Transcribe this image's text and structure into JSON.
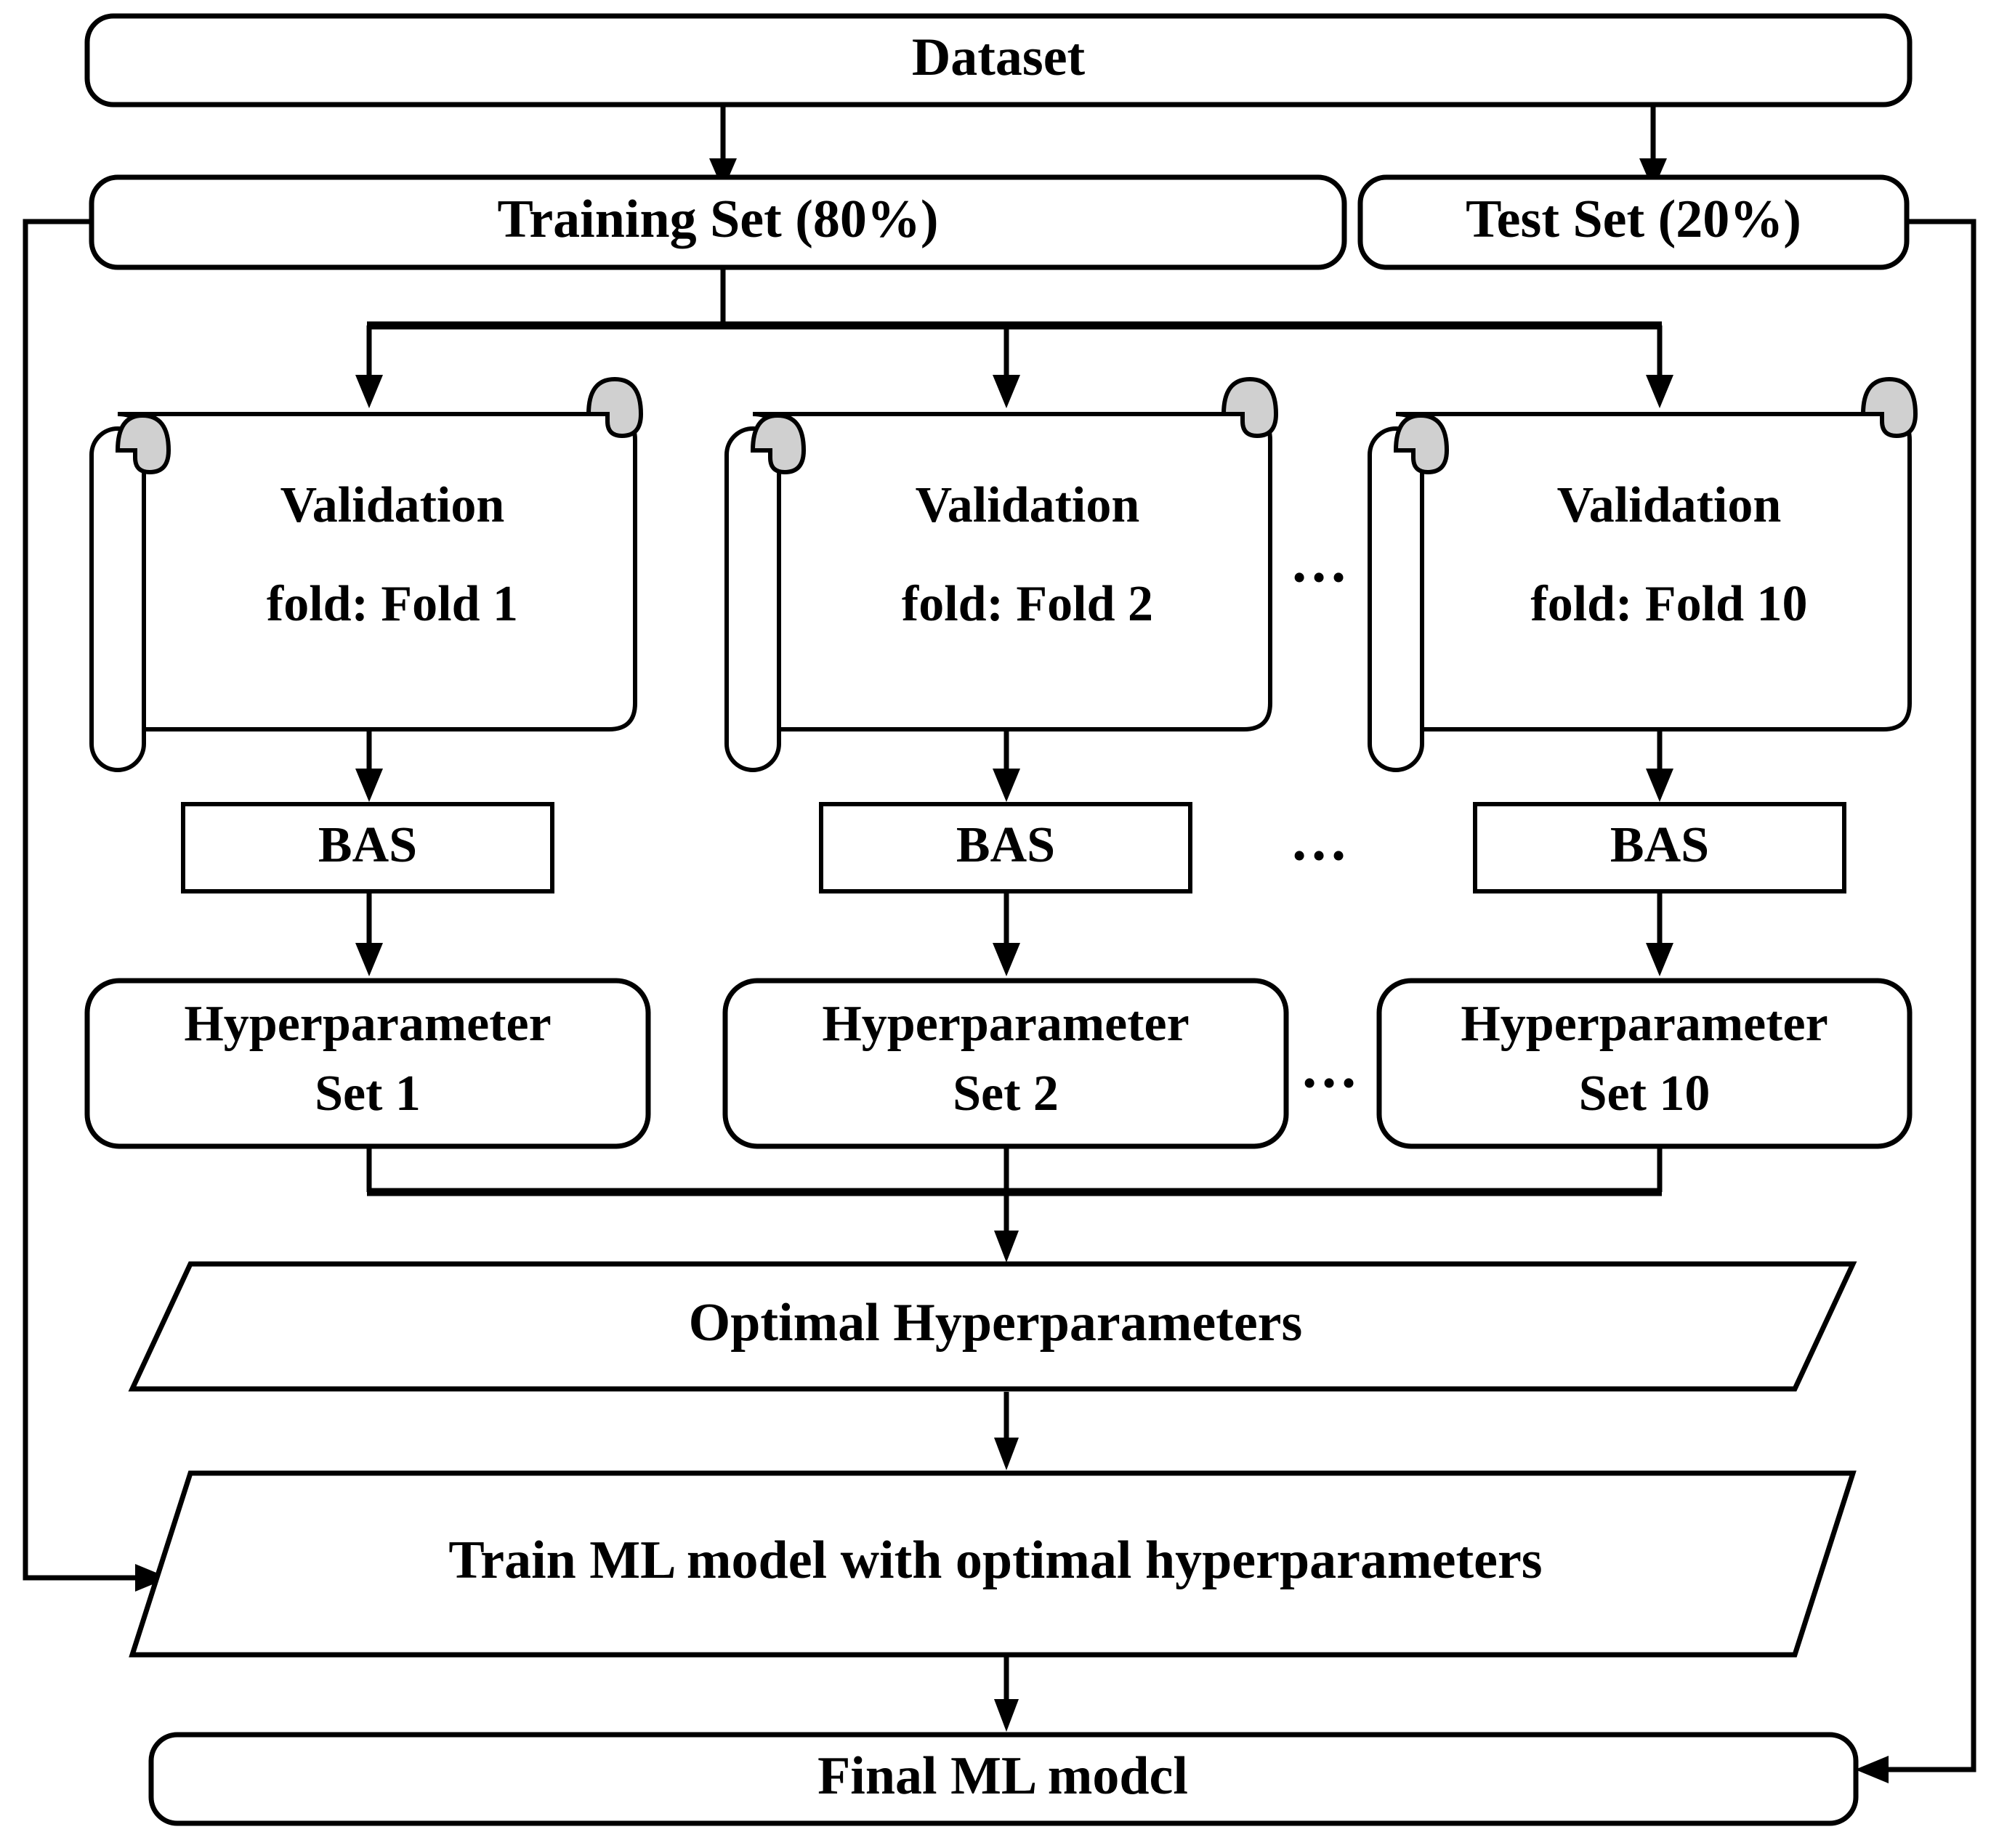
{
  "diagram": {
    "type": "flowchart",
    "title_node": "Dataset",
    "orientation": "top-to-bottom",
    "colors": {
      "stroke": "#000000",
      "fill": "#ffffff",
      "scroll_curl_fill": "#d0d0d0"
    },
    "nodes": {
      "dataset": {
        "label": "Dataset",
        "shape": "rounded-rectangle"
      },
      "training_set": {
        "label": "Training Set (80%)",
        "shape": "rounded-rectangle"
      },
      "test_set": {
        "label": "Test Set (20%)",
        "shape": "rounded-rectangle"
      },
      "folds": [
        {
          "line1": "Validation",
          "line2": "fold: Fold 1",
          "shape": "scroll"
        },
        {
          "line1": "Validation",
          "line2": "fold: Fold 2",
          "shape": "scroll"
        },
        {
          "line1": "Validation",
          "line2": "fold: Fold 10",
          "shape": "scroll"
        }
      ],
      "bas": [
        {
          "label": "BAS",
          "shape": "rectangle"
        },
        {
          "label": "BAS",
          "shape": "rectangle"
        },
        {
          "label": "BAS",
          "shape": "rectangle"
        }
      ],
      "hyperparameter_sets": [
        {
          "line1": "Hyperparameter",
          "line2": "Set 1",
          "shape": "rounded-rectangle"
        },
        {
          "line1": "Hyperparameter",
          "line2": "Set 2",
          "shape": "rounded-rectangle"
        },
        {
          "line1": "Hyperparameter",
          "line2": "Set 10",
          "shape": "rounded-rectangle"
        }
      ],
      "optimal_hyperparameters": {
        "label": "Optimal Hyperparameters",
        "shape": "parallelogram"
      },
      "train_model": {
        "label": "Train ML model with optimal hyperparameters",
        "shape": "parallelogram"
      },
      "final_model": {
        "label": "Final ML modcl",
        "shape": "rounded-rectangle"
      }
    },
    "ellipses": [
      {
        "text": "…",
        "row": "folds"
      },
      {
        "text": "…",
        "row": "bas"
      },
      {
        "text": "…",
        "row": "hyperparameter-sets"
      }
    ]
  }
}
